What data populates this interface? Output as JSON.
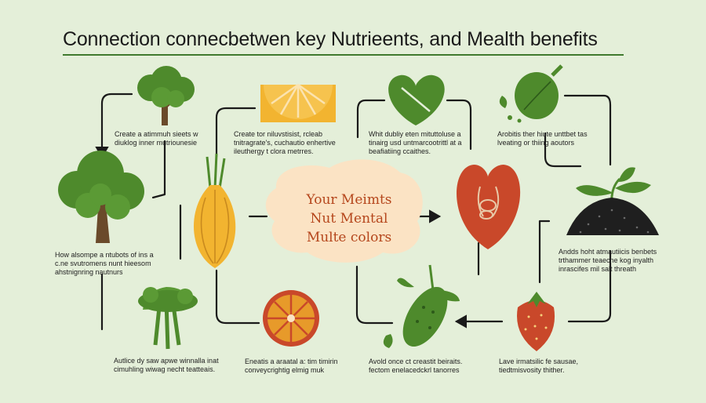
{
  "title": "Connection connecbetwen key Nutrieents,  and Mealth benefits",
  "center": {
    "lines": [
      "Your Meimts",
      "Nut Mental",
      "Multe colors"
    ]
  },
  "captions": {
    "tree_top": [
      "Create a atimmuh sieets w",
      "diuklog inner mutriounesie"
    ],
    "tree_left": [
      "How alsompe a ntubots of ins a",
      "c.ne svutromens nunt hieesom",
      "ahstnignring nautnurs"
    ],
    "broccoli": [
      "Autlice dy saw apwe winnalla inat",
      "cimuhling wiwag necht teatteais."
    ],
    "onion": [
      "Create tor niluvstisist, rcleab",
      "tnitragrate's, cuchautio enhertive",
      "ileuthergy t clora metrres."
    ],
    "orange": [
      "Eneatis a araatal a: tim timirin",
      "conveycrightig elmig muk"
    ],
    "heart_green": [
      "Whit dubliy eten mituttoluse a",
      "tinairg usd untmarcootrittl at a",
      "beafiatiing ccaithes."
    ],
    "cucumber": [
      "Avold once ct creastit beiraits.",
      "fectom enelacedckrl tanorres"
    ],
    "bitter": [
      "Arobitis ther hiute unttbet tas",
      "lveating or thiing aoutors"
    ],
    "seeds": [
      "Andds hoht atmautiicis benbets",
      "trthammer teaeche kog inyalth",
      "inrascifes mil salt threath"
    ],
    "strawberry": [
      "Lave irmatsilic fe sausae,",
      "tiedtmisvosity thither."
    ]
  },
  "colors": {
    "background": "#e4efd9",
    "title_underline": "#3f7a2e",
    "center_blob": "#fbe3c4",
    "center_text": "#b5461c",
    "leaf_green": "#4e8a2c",
    "tomato": "#c9482a",
    "orange": "#e79a2a",
    "lemon": "#f2b430"
  },
  "icons": [
    "tree-icon",
    "lemon-slice-icon",
    "leaf-heart-icon",
    "tea-leaf-icon",
    "large-tree-icon",
    "onion-icon",
    "tomato-heart-icon",
    "sprout-icon",
    "seeds-pile-icon",
    "broccoli-icon",
    "orange-slice-icon",
    "cucumber-icon",
    "strawberry-icon"
  ]
}
